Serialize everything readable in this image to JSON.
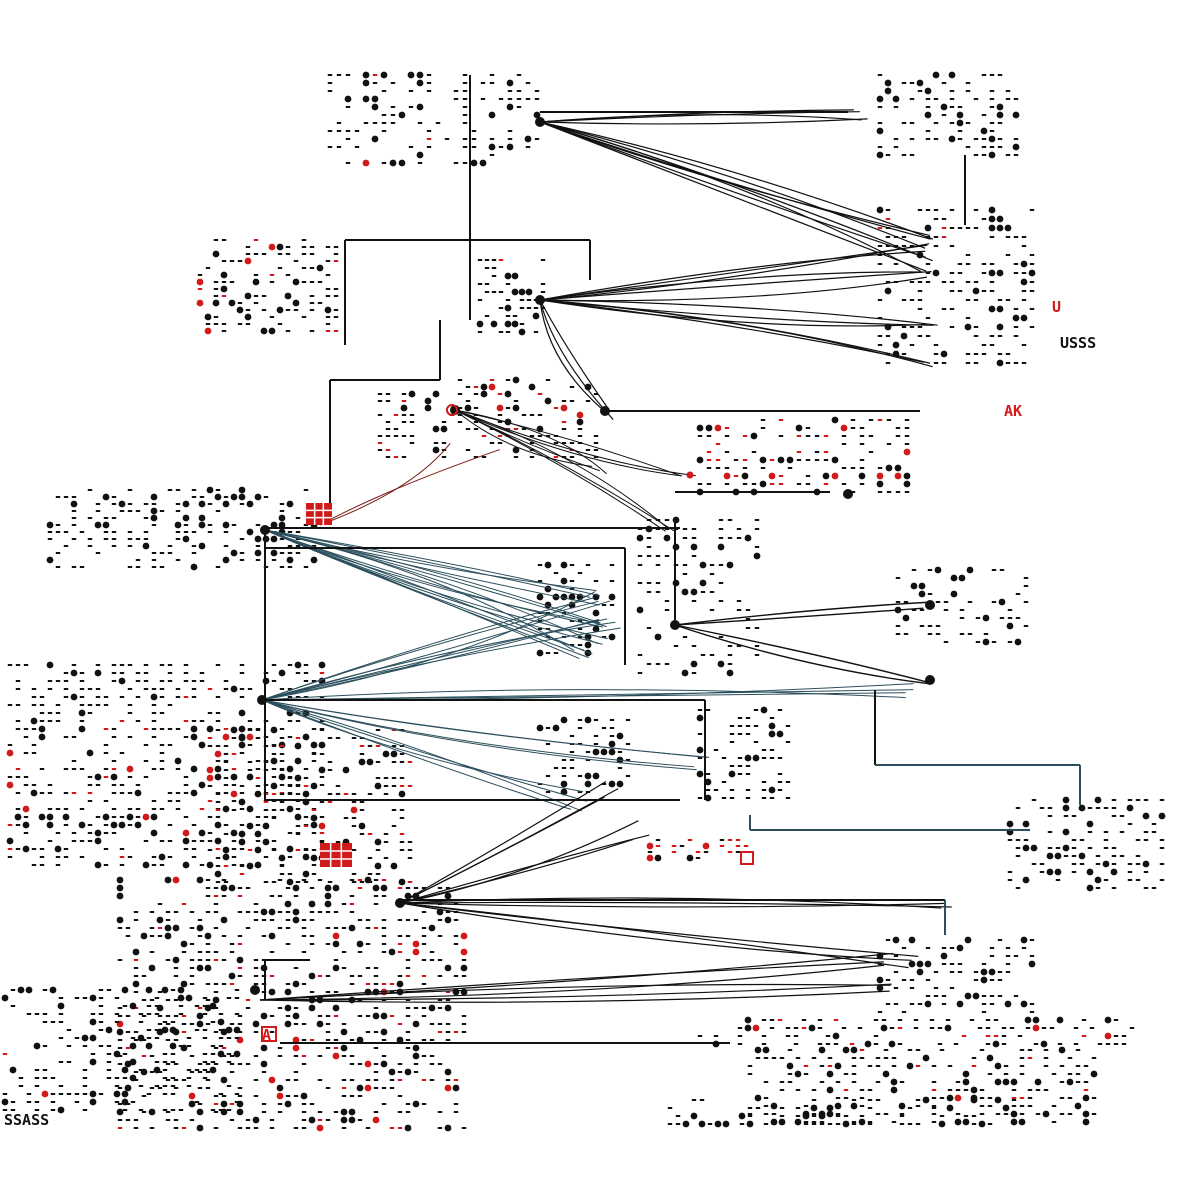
{
  "colors": {
    "ink": "#111111",
    "accent": "#d11a1a",
    "teal": "#2b4f5c",
    "maroon": "#7a1b12",
    "background": "#ffffff"
  },
  "labels": {
    "right_upper_red": "U",
    "right_upper_code": "USSS",
    "right_mid_red": "AK",
    "left_bottom_code": "SSASS",
    "left_bottom_red": "A"
  }
}
